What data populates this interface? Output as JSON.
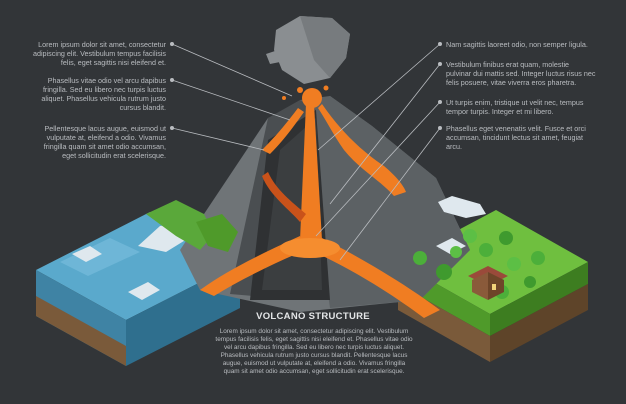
{
  "colors": {
    "background": "#323538",
    "text": "#b9bcc0",
    "title": "#e4e6e8",
    "lava": "#f07d22",
    "lava_dark": "#c9521a",
    "rock": "#6f7477",
    "ash": "#8a8e91",
    "water": "#5aa9cc",
    "grass": "#6fbf3f",
    "soil": "#7a5a3a"
  },
  "icons": [
    "ash-cloud-icon",
    "house-icon",
    "tree-icon",
    "snow-icon",
    "lava-icon"
  ],
  "title": "VOLCANO STRUCTURE",
  "description": "Lorem ipsum dolor sit amet, consectetur adipiscing elit. Vestibulum tempus facilisis felis, eget sagittis nisi eleifend et. Phasellus vitae odio vel arcu dapibus fringilla. Sed eu libero nec turpis luctus aliquet. Phasellus vehicula rutrum justo cursus blandit. Pellentesque lacus augue, euismod ut vulputate at, eleifend a odio. Vivamus fringilla quam sit amet odio accumsan, eget sollicitudin erat scelerisque.",
  "callouts_left": [
    {
      "text": "Lorem ipsum dolor sit amet, consectetur adipiscing elit. Vestibulum tempus facilisis felis, eget sagittis nisi eleifend et."
    },
    {
      "text": "Phasellus vitae odio vel arcu dapibus fringilla. Sed eu libero nec turpis luctus aliquet. Phasellus vehicula rutrum justo cursus blandit."
    },
    {
      "text": "Pellentesque lacus augue, euismod ut vulputate at, eleifend a odio. Vivamus fringilla quam sit amet odio accumsan, eget sollicitudin erat scelerisque."
    }
  ],
  "callouts_right": [
    {
      "text": "Nam sagittis laoreet odio, non semper ligula."
    },
    {
      "text": "Vestibulum finibus erat quam, molestie pulvinar dui mattis sed. Integer luctus risus nec felis posuere, vitae viverra eros pharetra."
    },
    {
      "text": "Ut turpis enim, tristique ut velit nec, tempus tempor turpis. Integer et mi libero."
    },
    {
      "text": "Phasellus eget venenatis velit. Fusce et orci accumsan, tincidunt lectus sit amet, feugiat arcu."
    }
  ]
}
